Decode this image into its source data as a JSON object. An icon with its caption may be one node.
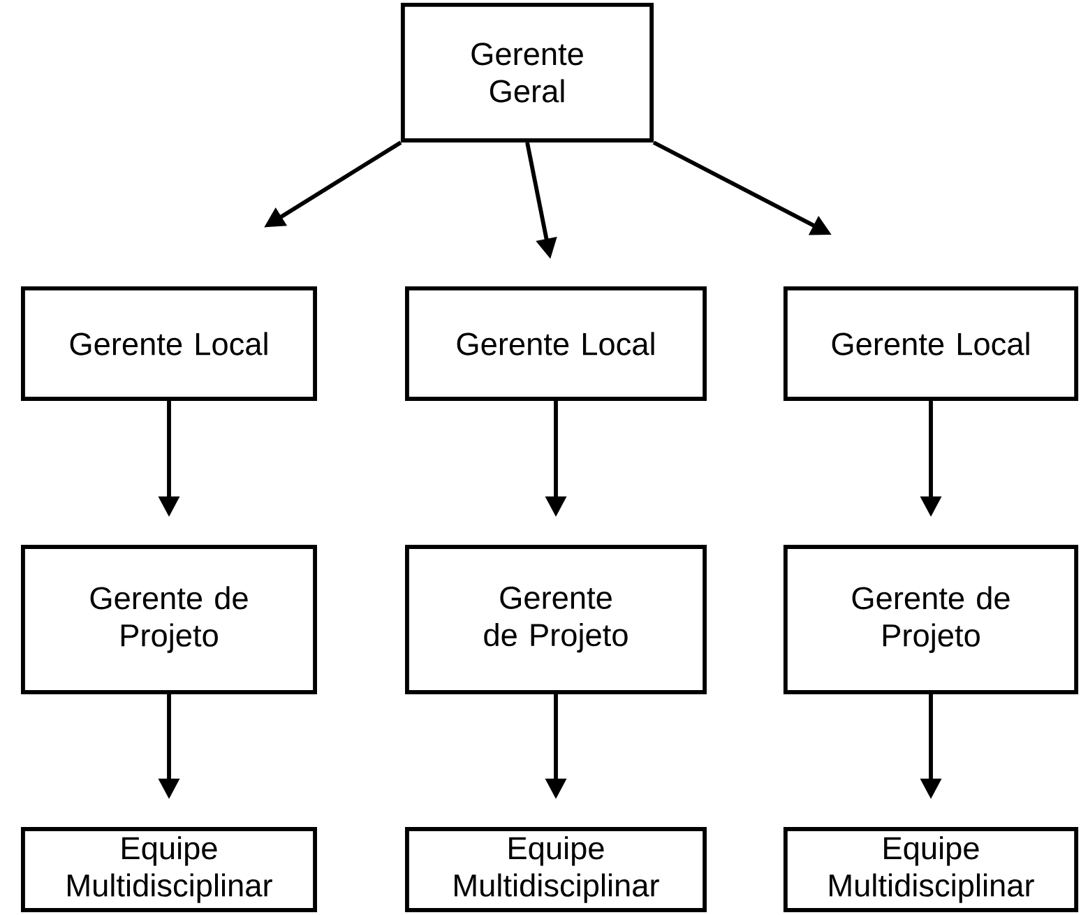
{
  "diagram": {
    "nodes": [
      {
        "text": [
          "Gerente Geral"
        ]
      },
      {
        "text": [
          "Gerente Local"
        ]
      },
      {
        "text": [
          "Gerente Local"
        ]
      },
      {
        "text": [
          "Gerente Local"
        ]
      },
      {
        "text": [
          "Gerente de Projeto"
        ]
      },
      {
        "text": [
          "Gerente de Projeto"
        ]
      },
      {
        "text": [
          "Gerente de Projeto"
        ]
      },
      {
        "text": [
          "Equipe Multidisciplinar"
        ]
      },
      {
        "text": [
          "Equipe Multidisciplinar"
        ]
      },
      {
        "text": [
          "Equipe Multidisciplinar"
        ]
      }
    ],
    "edges": [
      {
        "from": 0,
        "to": 1,
        "arrow": "to"
      },
      {
        "from": 0,
        "to": 2,
        "arrow": "to"
      },
      {
        "from": 0,
        "to": 3,
        "arrow": "to"
      },
      {
        "from": 1,
        "to": 4,
        "arrow": "to"
      },
      {
        "from": 2,
        "to": 5,
        "arrow": "to"
      },
      {
        "from": 3,
        "to": 6,
        "arrow": "to"
      },
      {
        "from": 4,
        "to": 7,
        "arrow": "to"
      },
      {
        "from": 5,
        "to": 8,
        "arrow": "to"
      },
      {
        "from": 6,
        "to": 9,
        "arrow": "to"
      }
    ]
  }
}
